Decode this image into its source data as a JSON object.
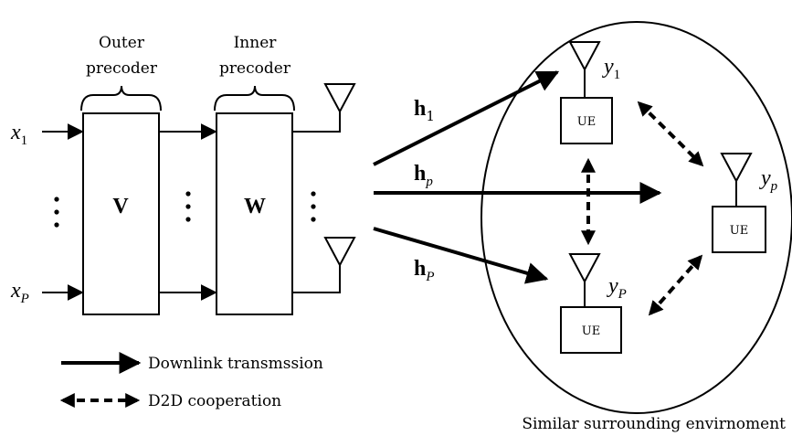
{
  "precoders": {
    "outer_label_line1": "Outer",
    "outer_label_line2": "precoder",
    "inner_label_line1": "Inner",
    "inner_label_line2": "precoder",
    "outer_matrix": "V",
    "inner_matrix": "W"
  },
  "inputs": {
    "first": {
      "symbol": "x",
      "subscript": "1"
    },
    "last": {
      "symbol": "x",
      "subscript": "P"
    }
  },
  "channels": [
    {
      "symbol": "h",
      "subscript": "1"
    },
    {
      "symbol": "h",
      "subscript": "p"
    },
    {
      "symbol": "h",
      "subscript": "P"
    }
  ],
  "users": [
    {
      "device": "UE",
      "signal": "y",
      "subscript": "1"
    },
    {
      "device": "UE",
      "signal": "y",
      "subscript": "p"
    },
    {
      "device": "UE",
      "signal": "y",
      "subscript": "P"
    }
  ],
  "legend": {
    "downlink": "Downlink transmssion",
    "d2d": "D2D cooperation"
  },
  "environment_label": "Similar surrounding envirnoment"
}
